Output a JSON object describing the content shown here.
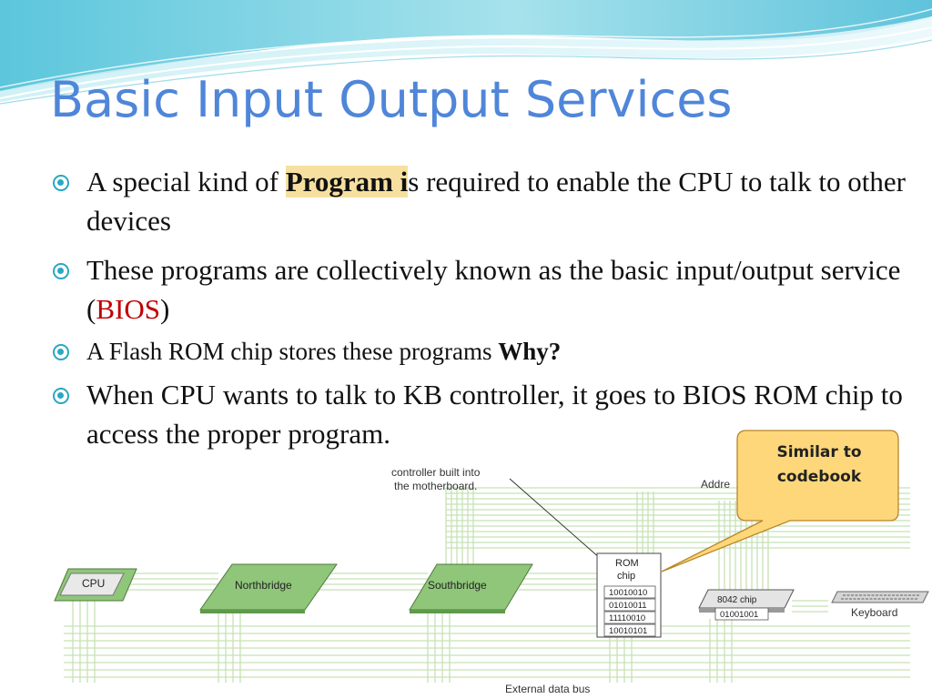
{
  "slide": {
    "title": "Basic Input Output Services",
    "bullets": [
      {
        "pre": "A special kind of ",
        "highlight": "Program i",
        "post": "s required to enable the CPU to talk to other devices"
      },
      {
        "pre": "These programs are collectively known as the basic input/output service (",
        "accent": "BIOS",
        "post": ")"
      },
      {
        "pre": "A Flash ROM chip stores these programs ",
        "bold": "Why?"
      },
      {
        "pre": "When CPU wants to talk to KB controller, it goes to BIOS ROM chip to access the proper program."
      }
    ],
    "callout": {
      "line1": "Similar to",
      "line2": "codebook"
    }
  },
  "diagram": {
    "caption_line1": "controller built into",
    "caption_line2": "the motherboard.",
    "address_label": "Addre",
    "cpu_label": "CPU",
    "northbridge_label": "Northbridge",
    "southbridge_label": "Southbridge",
    "rom_label_line1": "ROM",
    "rom_label_line2": "chip",
    "rom_values": [
      "10010010",
      "01010011",
      "11110010",
      "10010101"
    ],
    "chip_8042_label": "8042 chip",
    "chip_8042_value": "01001001",
    "keyboard_label": "Keyboard",
    "bus_label": "External data bus"
  },
  "colors": {
    "title": "#4f86d9",
    "bullet_icon": "#29a8c3",
    "accent_red": "#c00000",
    "highlight": "#f7e09f",
    "callout_fill": "#fdd77a",
    "chip_green": "#8fc67a",
    "bus_green": "#c8e3b8"
  }
}
